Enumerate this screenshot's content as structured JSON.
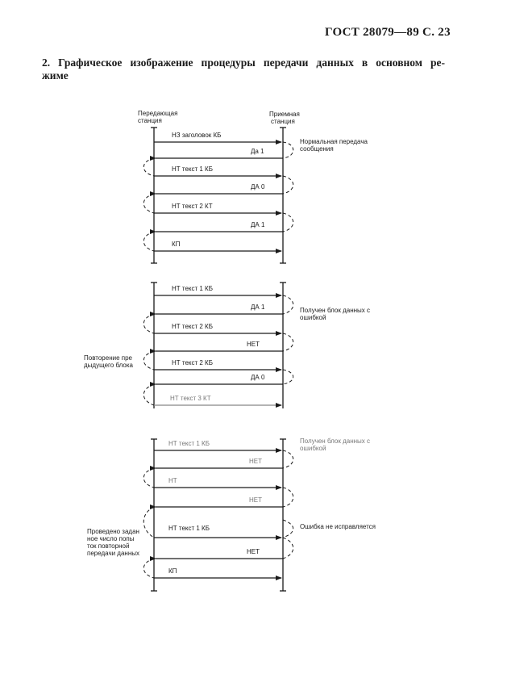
{
  "header": {
    "doc_ref": "ГОСТ 28079—89 С. 23"
  },
  "section": {
    "title_line1": "2. Графическое изображение процедуры передачи данных в основном ре-",
    "title_line2": "жиме"
  },
  "stations": {
    "sending_l1": "Передающая",
    "sending_l2": "станция",
    "receiving_l1": "Приемная",
    "receiving_l2": "станция"
  },
  "diagram1": {
    "messages": [
      "НЗ заголовок КБ",
      "Да 1",
      "НТ текст 1 КБ",
      "ДА 0",
      "НТ текст 2 КТ",
      "ДА 1",
      "КП"
    ],
    "note_l1": "Нормальная передача",
    "note_l2": "сообщения"
  },
  "diagram2": {
    "messages": [
      "НТ текст 1 КБ",
      "ДА 1",
      "НТ текст 2 КБ",
      "НЕТ",
      "НТ текст 2 КБ",
      "ДА 0",
      "НТ текст 3 КТ"
    ],
    "note_right_l1": "Получен блок данных с",
    "note_right_l2": "ошибкой",
    "note_left_l1": "Повторение пре",
    "note_left_l2": "дыдущего блока"
  },
  "diagram3": {
    "messages": [
      "НТ текст 1 КБ",
      "НЕТ",
      "НТ",
      "НЕТ",
      "НТ текст 1 КБ",
      "НЕТ",
      "КП"
    ],
    "note_right_top_l1": "Получен блок данных с",
    "note_right_top_l2": "ошибкой",
    "note_right_mid": "Ошибка не исправляется",
    "note_left_l1": "Проведено задан",
    "note_left_l2": "ное число попы",
    "note_left_l3": "ток повторной",
    "note_left_l4": "передачи данных"
  }
}
